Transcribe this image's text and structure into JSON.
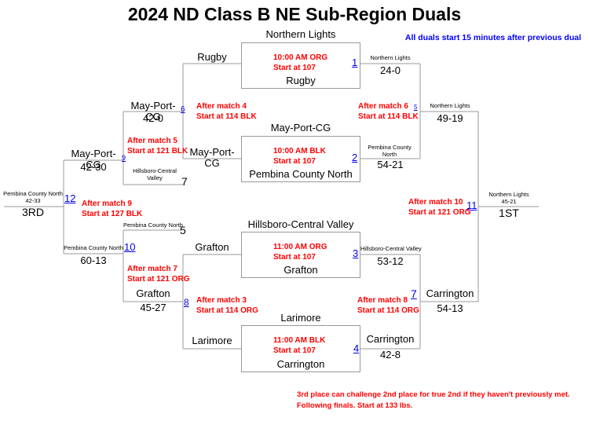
{
  "title": "2024 ND Class B NE Sub-Region Duals",
  "notes": {
    "schedule": "All duals start 15 minutes after previous dual",
    "challenge1": "3rd place can challenge 2nd place for true 2nd if they haven't previously met.",
    "challenge2": "Following finals. Start at 133 lbs."
  },
  "colors": {
    "red": "#ff0000",
    "blue": "#0000ff",
    "link": "#0000ee",
    "line": "#989898"
  },
  "boxes": [
    {
      "match": "1",
      "top_team": "Northern Lights",
      "time": "10:00 AM ORG",
      "start": "Start at 107",
      "bottom_team": "Rugby"
    },
    {
      "match": "2",
      "top_team": "May-Port-CG",
      "time": "10:00 AM BLK",
      "start": "Start at 107",
      "bottom_team": "Pembina County North"
    },
    {
      "match": "3",
      "top_team": "Hillsboro-Central Valley",
      "time": "11:00 AM ORG",
      "start": "Start at 107",
      "bottom_team": "Grafton"
    },
    {
      "match": "4",
      "top_team": "Larimore",
      "time": "11:00 AM BLK",
      "start": "Start at 107",
      "bottom_team": "Carrington"
    }
  ],
  "results": {
    "m1": {
      "team": "Northern Lights",
      "score": "24-0"
    },
    "m2": {
      "team": "Pembina County North",
      "score": "54-21"
    },
    "m3": {
      "team": "Hillsboro-Central Valley",
      "score": "53-12"
    },
    "m4": {
      "team": "Carrington",
      "score": "42-8"
    },
    "m5": {
      "match": "5",
      "team": "Northern Lights",
      "score": "49-19"
    },
    "m6": {
      "match": "6",
      "team": "May-Port-CG",
      "score": "42-0"
    },
    "m7": {
      "match": "7",
      "team": "Carrington",
      "score": "54-13"
    },
    "m8": {
      "match": "8",
      "team": "Grafton",
      "score": "45-27"
    },
    "m9": {
      "match": "9",
      "team": "May-Port-CG",
      "score": "42-30"
    },
    "m10": {
      "match": "10",
      "team": "Pembina County North",
      "score": "60-13"
    },
    "m11": {
      "match": "11",
      "team": "Northern Lights",
      "score": "45-21",
      "place": "1ST"
    },
    "m12": {
      "match": "12",
      "team": "Pembina County North",
      "score": "42-33",
      "place": "3RD"
    }
  },
  "feeders": {
    "loser1": "Rugby",
    "loser2": "May-Port-CG",
    "loser3": "Grafton",
    "loser4": "Larimore",
    "loser5": {
      "team": "Pembina County North",
      "match": "5"
    },
    "loser7": {
      "team": "Hillsboro-Central Valley",
      "match": "7"
    }
  },
  "annotations": {
    "m5": {
      "line1": "After match 6",
      "line2": "Start at 114 BLK"
    },
    "m6": {
      "line1": "After match 4",
      "line2": "Start at 114 BLK"
    },
    "m7": {
      "line1": "After match 8",
      "line2": "Start at 114 ORG"
    },
    "m8": {
      "line1": "After match 3",
      "line2": "Start at 114 ORG"
    },
    "m9": {
      "line1": "After match 5",
      "line2": "Start at 121 BLK"
    },
    "m10": {
      "line1": "After match 7",
      "line2": "Start at 121 ORG"
    },
    "m11": {
      "line1": "After match 10",
      "line2": "Start at 121 ORG"
    },
    "m12": {
      "line1": "After match 9",
      "line2": "Start at 127 BLK"
    }
  }
}
